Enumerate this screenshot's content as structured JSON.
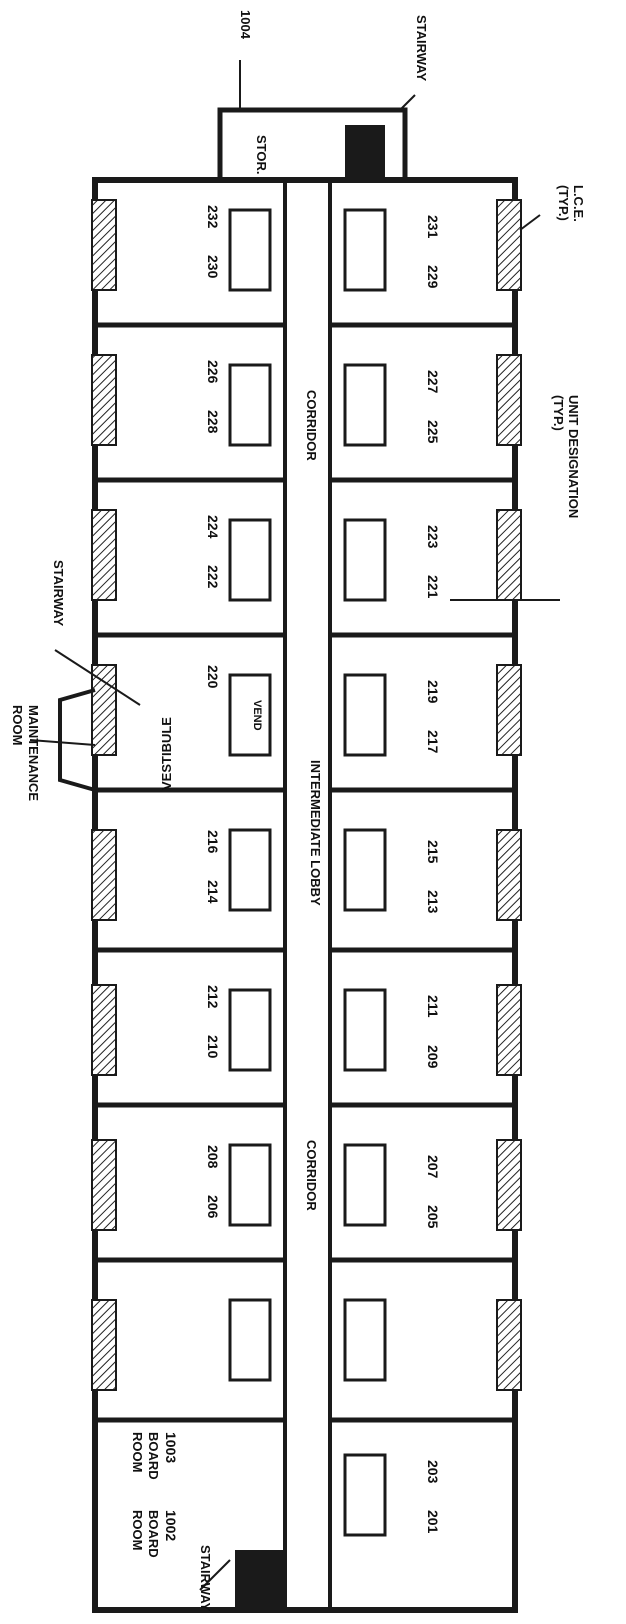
{
  "labels": {
    "stairway": "STAIRWAY",
    "stor": "STOR.",
    "lce": "L.C.E.",
    "typ": "(TYP.)",
    "corridor": "CORRIDOR",
    "unit_designation": "UNIT DESIGNATION",
    "maintenance": "MAINTENANCE",
    "room": "ROOM",
    "vestibule": "VESTIBULE",
    "vend": "VEND",
    "intermediate_lobby": "INTERMEDIATE LOBBY",
    "board": "BOARD",
    "ref_1004": "1004",
    "ref_1003": "1003",
    "ref_1002": "1002"
  },
  "units": {
    "top_row": [
      "230",
      "232",
      "226",
      "228",
      "222",
      "224",
      "220",
      "214",
      "216",
      "210",
      "212",
      "206",
      "208"
    ],
    "bottom_row": [
      "229",
      "231",
      "225",
      "227",
      "221",
      "223",
      "217",
      "219",
      "213",
      "215",
      "209",
      "211",
      "205",
      "207",
      "201",
      "203"
    ]
  }
}
